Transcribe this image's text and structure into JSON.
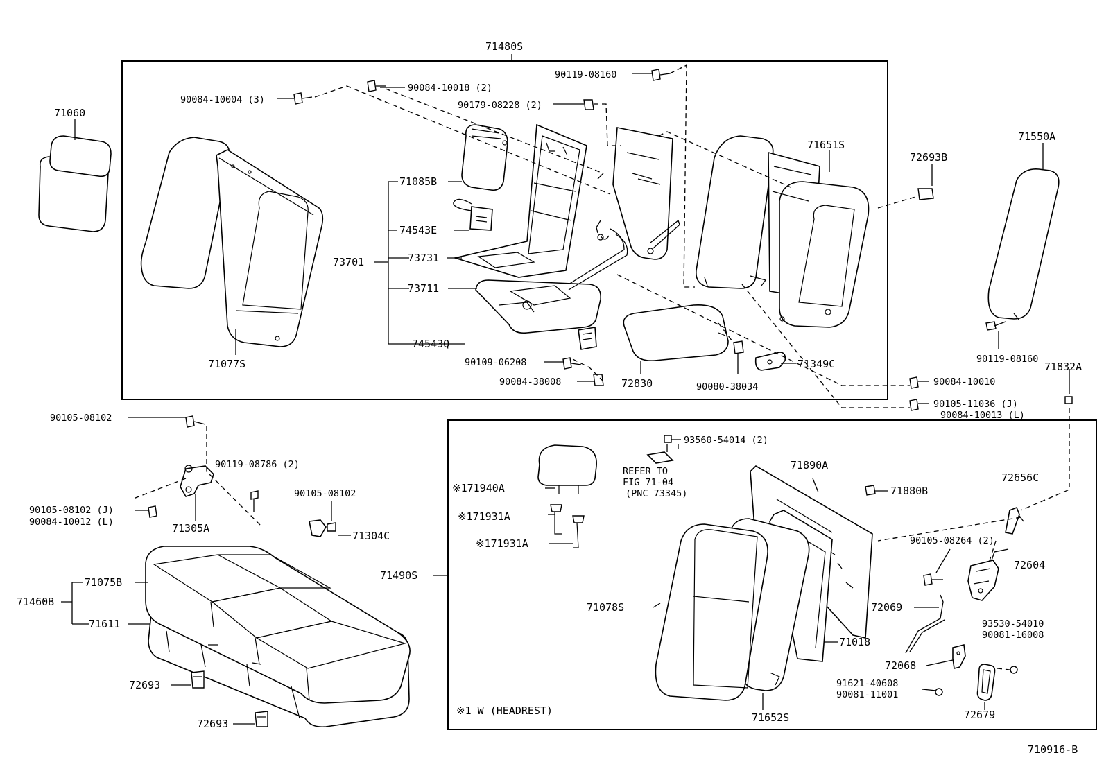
{
  "labels": {
    "p71480S": "71480S",
    "p71060": "71060",
    "p90084_10004": "90084-10004 (3)",
    "p90084_10018": "90084-10018 (2)",
    "p90119_08160a": "90119-08160",
    "p90179_08228": "90179-08228 (2)",
    "p71651S": "71651S",
    "p72693B": "72693B",
    "p71550A": "71550A",
    "p71085B": "71085B",
    "p74543E": "74543E",
    "p73701": "73701",
    "p73731": "73731",
    "p73711": "73711",
    "p74543Q": "74543Q",
    "p71077S": "71077S",
    "p90109_06208": "90109-06208",
    "p90084_38008": "90084-38008",
    "p72830": "72830",
    "p90080_38034": "90080-38034",
    "p71349C": "71349C",
    "p90119_08160b": "90119-08160",
    "p90084_10010": "90084-10010",
    "p71832A": "71832A",
    "p90105_11036": "90105-11036 (J)",
    "p90084_10013": "90084-10013 (L)",
    "p90105_08102a": "90105-08102",
    "p90119_08786": "90119-08786 (2)",
    "p90105_08102J": "90105-08102 (J)",
    "p90084_10012": "90084-10012 (L)",
    "p71305A": "71305A",
    "p90105_08102b": "90105-08102",
    "p71304C": "71304C",
    "p93560_54014": "93560-54014 (2)",
    "refer_1": "REFER TO",
    "refer_2": "FIG 71-04",
    "refer_3": "(PNC 73345)",
    "p171940A": "※171940A",
    "p171931A_1": "※171931A",
    "p171931A_2": "※171931A",
    "p71890A": "71890A",
    "p71880B": "71880B",
    "p72656C": "72656C",
    "p71490S": "71490S",
    "p90105_08264": "90105-08264 (2)",
    "p72604": "72604",
    "p71075B": "71075B",
    "p71460B": "71460B",
    "p71611": "71611",
    "p71078S": "71078S",
    "p72069": "72069",
    "p71018": "71018",
    "p93530_54010": "93530-54010",
    "p90081_16008": "90081-16008",
    "p72068": "72068",
    "p91621_40608": "91621-40608",
    "p90081_11001": "90081-11001",
    "p72693a": "72693",
    "p72693b": "72693",
    "p71652S": "71652S",
    "p72679": "72679",
    "footnote": "※1 W (HEADREST)",
    "figure_id": "710916-B"
  }
}
